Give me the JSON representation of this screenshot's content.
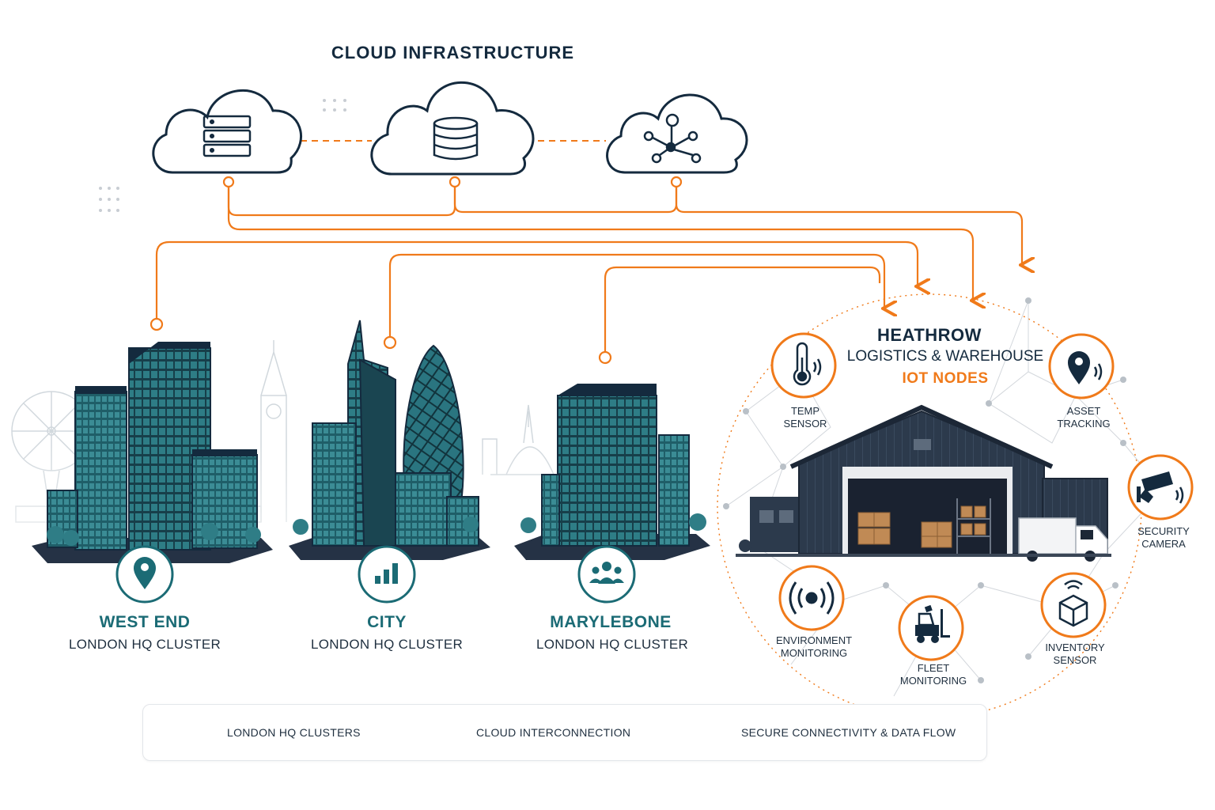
{
  "header": {
    "title": "CLOUD INFRASTRUCTURE"
  },
  "clouds": [
    {
      "icon": "server-rack-icon"
    },
    {
      "icon": "database-icon"
    },
    {
      "icon": "network-hub-icon"
    }
  ],
  "clusters": [
    {
      "name": "WEST END",
      "subtitle": "LONDON HQ CLUSTER",
      "icon": "location-pin-icon"
    },
    {
      "name": "CITY",
      "subtitle": "LONDON HQ CLUSTER",
      "icon": "bar-chart-icon"
    },
    {
      "name": "MARYLEBONE",
      "subtitle": "LONDON HQ CLUSTER",
      "icon": "people-group-icon"
    }
  ],
  "hub": {
    "name": "HEATHROW",
    "subtitle": "LOGISTICS & WAREHOUSE",
    "iot": "IOT NODES",
    "nodes": [
      {
        "line1": "TEMP",
        "line2": "SENSOR",
        "icon": "thermometer-icon"
      },
      {
        "line1": "ASSET",
        "line2": "TRACKING",
        "icon": "location-pin-icon"
      },
      {
        "line1": "SECURITY",
        "line2": "CAMERA",
        "icon": "security-camera-icon"
      },
      {
        "line1": "ENVIRONMENT",
        "line2": "MONITORING",
        "icon": "broadcast-icon"
      },
      {
        "line1": "FLEET",
        "line2": "MONITORING",
        "icon": "forklift-icon"
      },
      {
        "line1": "INVENTORY",
        "line2": "SENSOR",
        "icon": "package-icon"
      }
    ]
  },
  "legend": {
    "items": [
      {
        "label": "LONDON HQ CLUSTERS",
        "style": "solid",
        "color": "#1b6b75"
      },
      {
        "label": "CLOUD INTERCONNECTION",
        "style": "dashed",
        "color": "#f07a1a"
      },
      {
        "label": "SECURE CONNECTIVITY & DATA FLOW",
        "style": "solid",
        "color": "#f07a1a"
      }
    ]
  },
  "colors": {
    "orange": "#f07a1a",
    "teal": "#1b6b75",
    "navy": "#142a3e",
    "glass": "#2f7d86"
  }
}
